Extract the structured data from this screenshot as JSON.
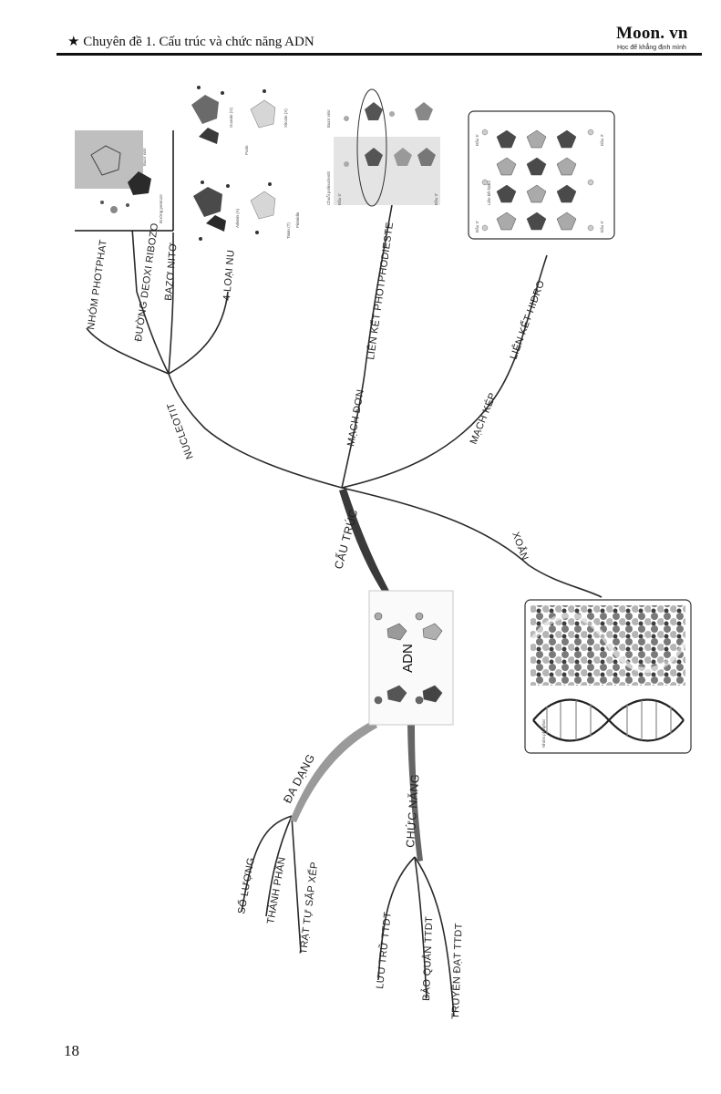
{
  "header": {
    "title": "★ Chuyên đề 1. Cấu trúc và chức năng ADN",
    "brand": "Moon. vn",
    "tagline": "Học để khẳng định mình"
  },
  "page_number": "18",
  "mindmap": {
    "center": "ADN",
    "branches": {
      "cau_truc": "CẤU TRÚC",
      "da_dang": "ĐA DẠNG",
      "chuc_nang": "CHỨC NĂNG",
      "nucleotit": "NUCLEOTIT",
      "mach_don": "MẠCH ĐƠN",
      "mach_kep": "MẠCH KÉP",
      "xoan": "XOẮN",
      "nhom_photphat": "NHÓM PHOTPHAT",
      "duong": "ĐƯỜNG DEOXI RIBOZO",
      "bazo_nito": "BAZƠ NITƠ",
      "bon_loai_nu": "4 LOẠI NU",
      "lien_ket_photphodieste": "LIÊN KẾT PHOTPHODIESTE",
      "lien_ket_hidro": "LIÊN KẾT HIĐRO",
      "so_luong": "SỐ LƯỢNG",
      "thanh_phan": "THÀNH PHẦN",
      "trat_tu": "TRẬT TỰ SẮP XẾP",
      "luu_tru": "LƯU TRỮ TTDT",
      "bao_quan": "BẢO QUẢN TTDT",
      "truyen_dat": "TRUYỀN ĐẠT TTDT"
    },
    "figure_labels": {
      "nu_guanin": "Guanin (G)",
      "nu_xitozin": "Xitozin (X)",
      "nu_adenin": "Adenin (A)",
      "nu_timin": "Timin (T)",
      "purin": "Purin",
      "pirimidin": "Pirimidin",
      "dau5": "Đầu 5'",
      "dau3": "Đầu 3'",
      "lien_ket_hidro_fig": "Liên kết hiđrô",
      "bazo_nito_fig": "Bazơ nitơ",
      "chuoi_polinucleotit": "Chuỗi polinucleotit",
      "nhom_photphat_fig": "Nhóm photphat",
      "duong_pentoza": "Đường pentozơ"
    }
  }
}
